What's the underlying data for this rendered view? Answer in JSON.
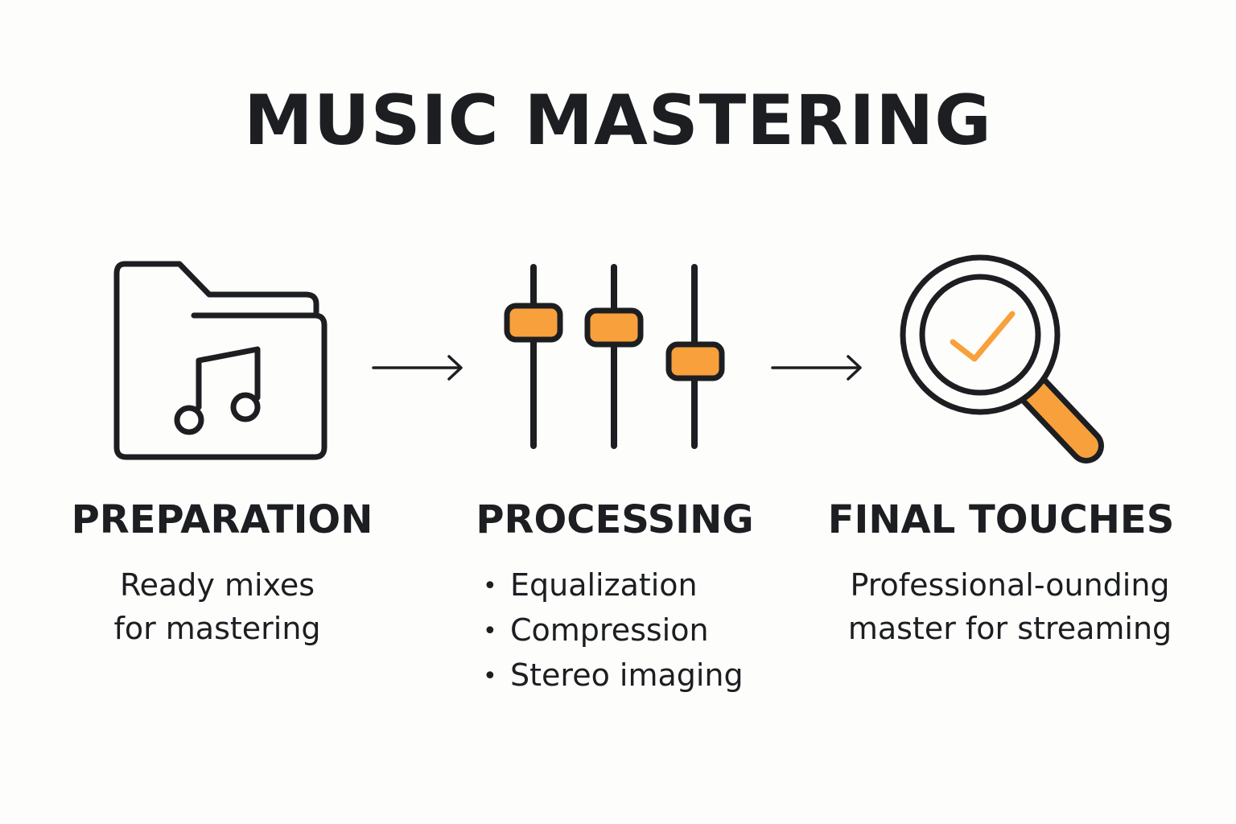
{
  "title": "MUSIC MASTERING",
  "colors": {
    "accent": "#f8a03c",
    "stroke": "#1c1e22",
    "background": "#fdfdfb"
  },
  "steps": [
    {
      "heading": "PREPARATION",
      "icon": "music-folder-icon",
      "lines": [
        "Ready mixes",
        "for mastering"
      ]
    },
    {
      "heading": "PROCESSING",
      "icon": "mixer-sliders-icon",
      "bullets": [
        "Equalization",
        "Compression",
        "Stereo imaging"
      ]
    },
    {
      "heading": "FINAL TOUCHES",
      "icon": "magnifier-check-icon",
      "lines": [
        "Professional-ounding",
        "master for streaming"
      ]
    }
  ],
  "connectors": [
    "arrow-right-icon",
    "arrow-right-icon"
  ]
}
